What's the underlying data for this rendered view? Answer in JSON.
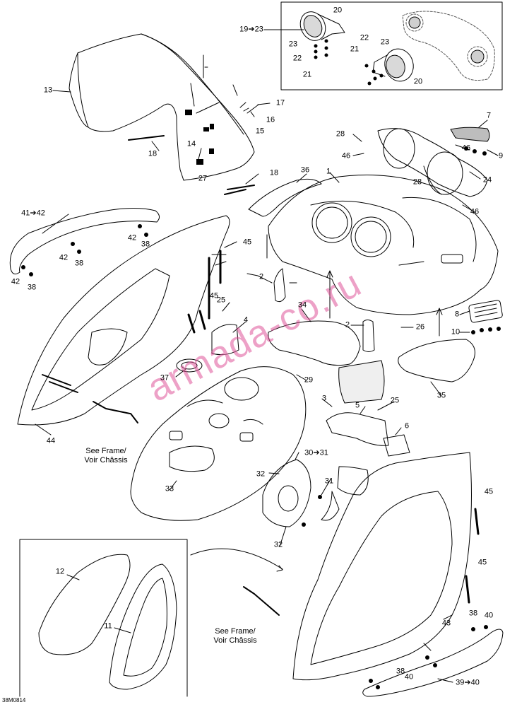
{
  "diagram_code": "38M0814",
  "watermark": {
    "text": "armada-co.ru",
    "color": "#e0559a"
  },
  "notes": {
    "see_frame_upper": "See Frame/\nVoir Châssis",
    "see_frame_lower": "See Frame/\nVoir Châssis"
  },
  "callouts": [
    {
      "id": "c-1",
      "text": "1"
    },
    {
      "id": "c-2a",
      "text": "2"
    },
    {
      "id": "c-2b",
      "text": "2"
    },
    {
      "id": "c-3",
      "text": "3"
    },
    {
      "id": "c-4",
      "text": "4"
    },
    {
      "id": "c-5",
      "text": "5"
    },
    {
      "id": "c-6",
      "text": "6"
    },
    {
      "id": "c-7",
      "text": "7"
    },
    {
      "id": "c-8",
      "text": "8"
    },
    {
      "id": "c-9",
      "text": "9"
    },
    {
      "id": "c-10",
      "text": "10"
    },
    {
      "id": "c-11",
      "text": "11"
    },
    {
      "id": "c-12",
      "text": "12"
    },
    {
      "id": "c-13",
      "text": "13"
    },
    {
      "id": "c-14",
      "text": "14"
    },
    {
      "id": "c-15",
      "text": "15"
    },
    {
      "id": "c-16",
      "text": "16"
    },
    {
      "id": "c-17",
      "text": "17"
    },
    {
      "id": "c-18a",
      "text": "18"
    },
    {
      "id": "c-18b",
      "text": "18"
    },
    {
      "id": "c-19-23",
      "text": "19➔23"
    },
    {
      "id": "c-20a",
      "text": "20"
    },
    {
      "id": "c-20b",
      "text": "20"
    },
    {
      "id": "c-21a",
      "text": "21"
    },
    {
      "id": "c-21b",
      "text": "21"
    },
    {
      "id": "c-22a",
      "text": "22"
    },
    {
      "id": "c-22b",
      "text": "22"
    },
    {
      "id": "c-23a",
      "text": "23"
    },
    {
      "id": "c-23b",
      "text": "23"
    },
    {
      "id": "c-24",
      "text": "24"
    },
    {
      "id": "c-25a",
      "text": "25"
    },
    {
      "id": "c-25b",
      "text": "25"
    },
    {
      "id": "c-26",
      "text": "26"
    },
    {
      "id": "c-27",
      "text": "27"
    },
    {
      "id": "c-28a",
      "text": "28"
    },
    {
      "id": "c-28b",
      "text": "28"
    },
    {
      "id": "c-29",
      "text": "29"
    },
    {
      "id": "c-30-31",
      "text": "30➔31"
    },
    {
      "id": "c-31",
      "text": "31"
    },
    {
      "id": "c-32a",
      "text": "32"
    },
    {
      "id": "c-32b",
      "text": "32"
    },
    {
      "id": "c-33",
      "text": "33"
    },
    {
      "id": "c-34",
      "text": "34"
    },
    {
      "id": "c-35",
      "text": "35"
    },
    {
      "id": "c-36",
      "text": "36"
    },
    {
      "id": "c-37",
      "text": "37"
    },
    {
      "id": "c-38a",
      "text": "38"
    },
    {
      "id": "c-38b",
      "text": "38"
    },
    {
      "id": "c-38c",
      "text": "38"
    },
    {
      "id": "c-38d",
      "text": "38"
    },
    {
      "id": "c-38e",
      "text": "38"
    },
    {
      "id": "c-39-40",
      "text": "39➔40"
    },
    {
      "id": "c-40a",
      "text": "40"
    },
    {
      "id": "c-40b",
      "text": "40"
    },
    {
      "id": "c-41-42",
      "text": "41➔42"
    },
    {
      "id": "c-42a",
      "text": "42"
    },
    {
      "id": "c-42b",
      "text": "42"
    },
    {
      "id": "c-42c",
      "text": "42"
    },
    {
      "id": "c-43",
      "text": "43"
    },
    {
      "id": "c-44",
      "text": "44"
    },
    {
      "id": "c-45a",
      "text": "45"
    },
    {
      "id": "c-45b",
      "text": "45"
    },
    {
      "id": "c-45c",
      "text": "45"
    },
    {
      "id": "c-45d",
      "text": "45"
    },
    {
      "id": "c-46a",
      "text": "46"
    },
    {
      "id": "c-46b",
      "text": "46"
    },
    {
      "id": "c-46c",
      "text": "46"
    }
  ]
}
